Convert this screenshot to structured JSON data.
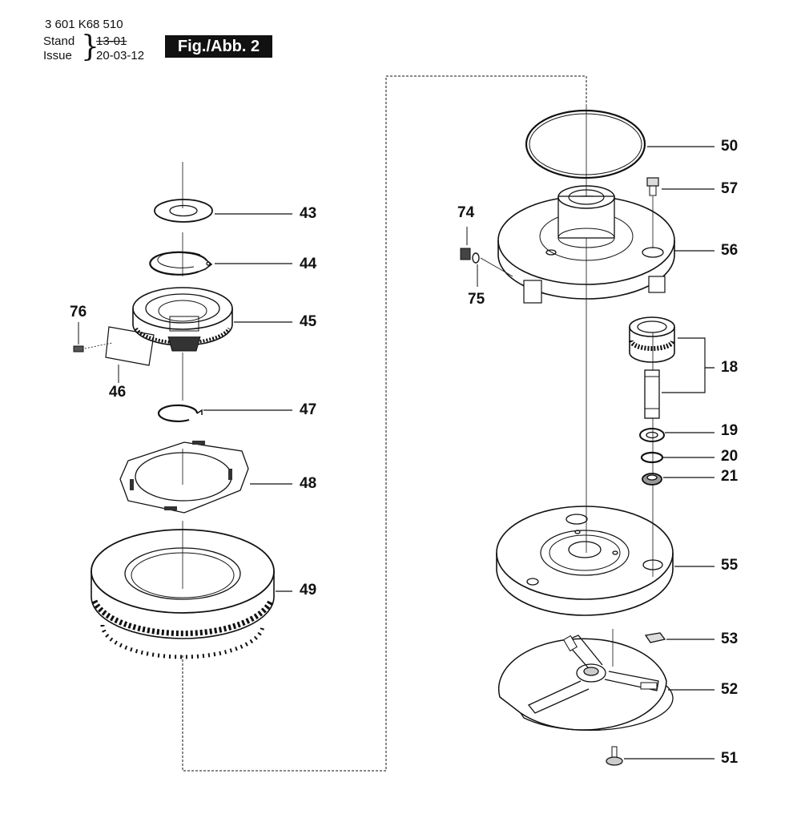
{
  "header": {
    "part_number": "3 601 K68 510",
    "stand_label": "Stand",
    "issue_label": "Issue",
    "stand_value": "13-01",
    "issue_value": "20-03-12",
    "figure_label": "Fig./Abb. 2"
  },
  "parts": {
    "p43": "43",
    "p44": "44",
    "p45": "45",
    "p46": "46",
    "p47": "47",
    "p48": "48",
    "p49": "49",
    "p76": "76",
    "p50": "50",
    "p57": "57",
    "p56": "56",
    "p74": "74",
    "p75": "75",
    "p18": "18",
    "p19": "19",
    "p20": "20",
    "p21": "21",
    "p55": "55",
    "p53": "53",
    "p52": "52",
    "p51": "51"
  }
}
